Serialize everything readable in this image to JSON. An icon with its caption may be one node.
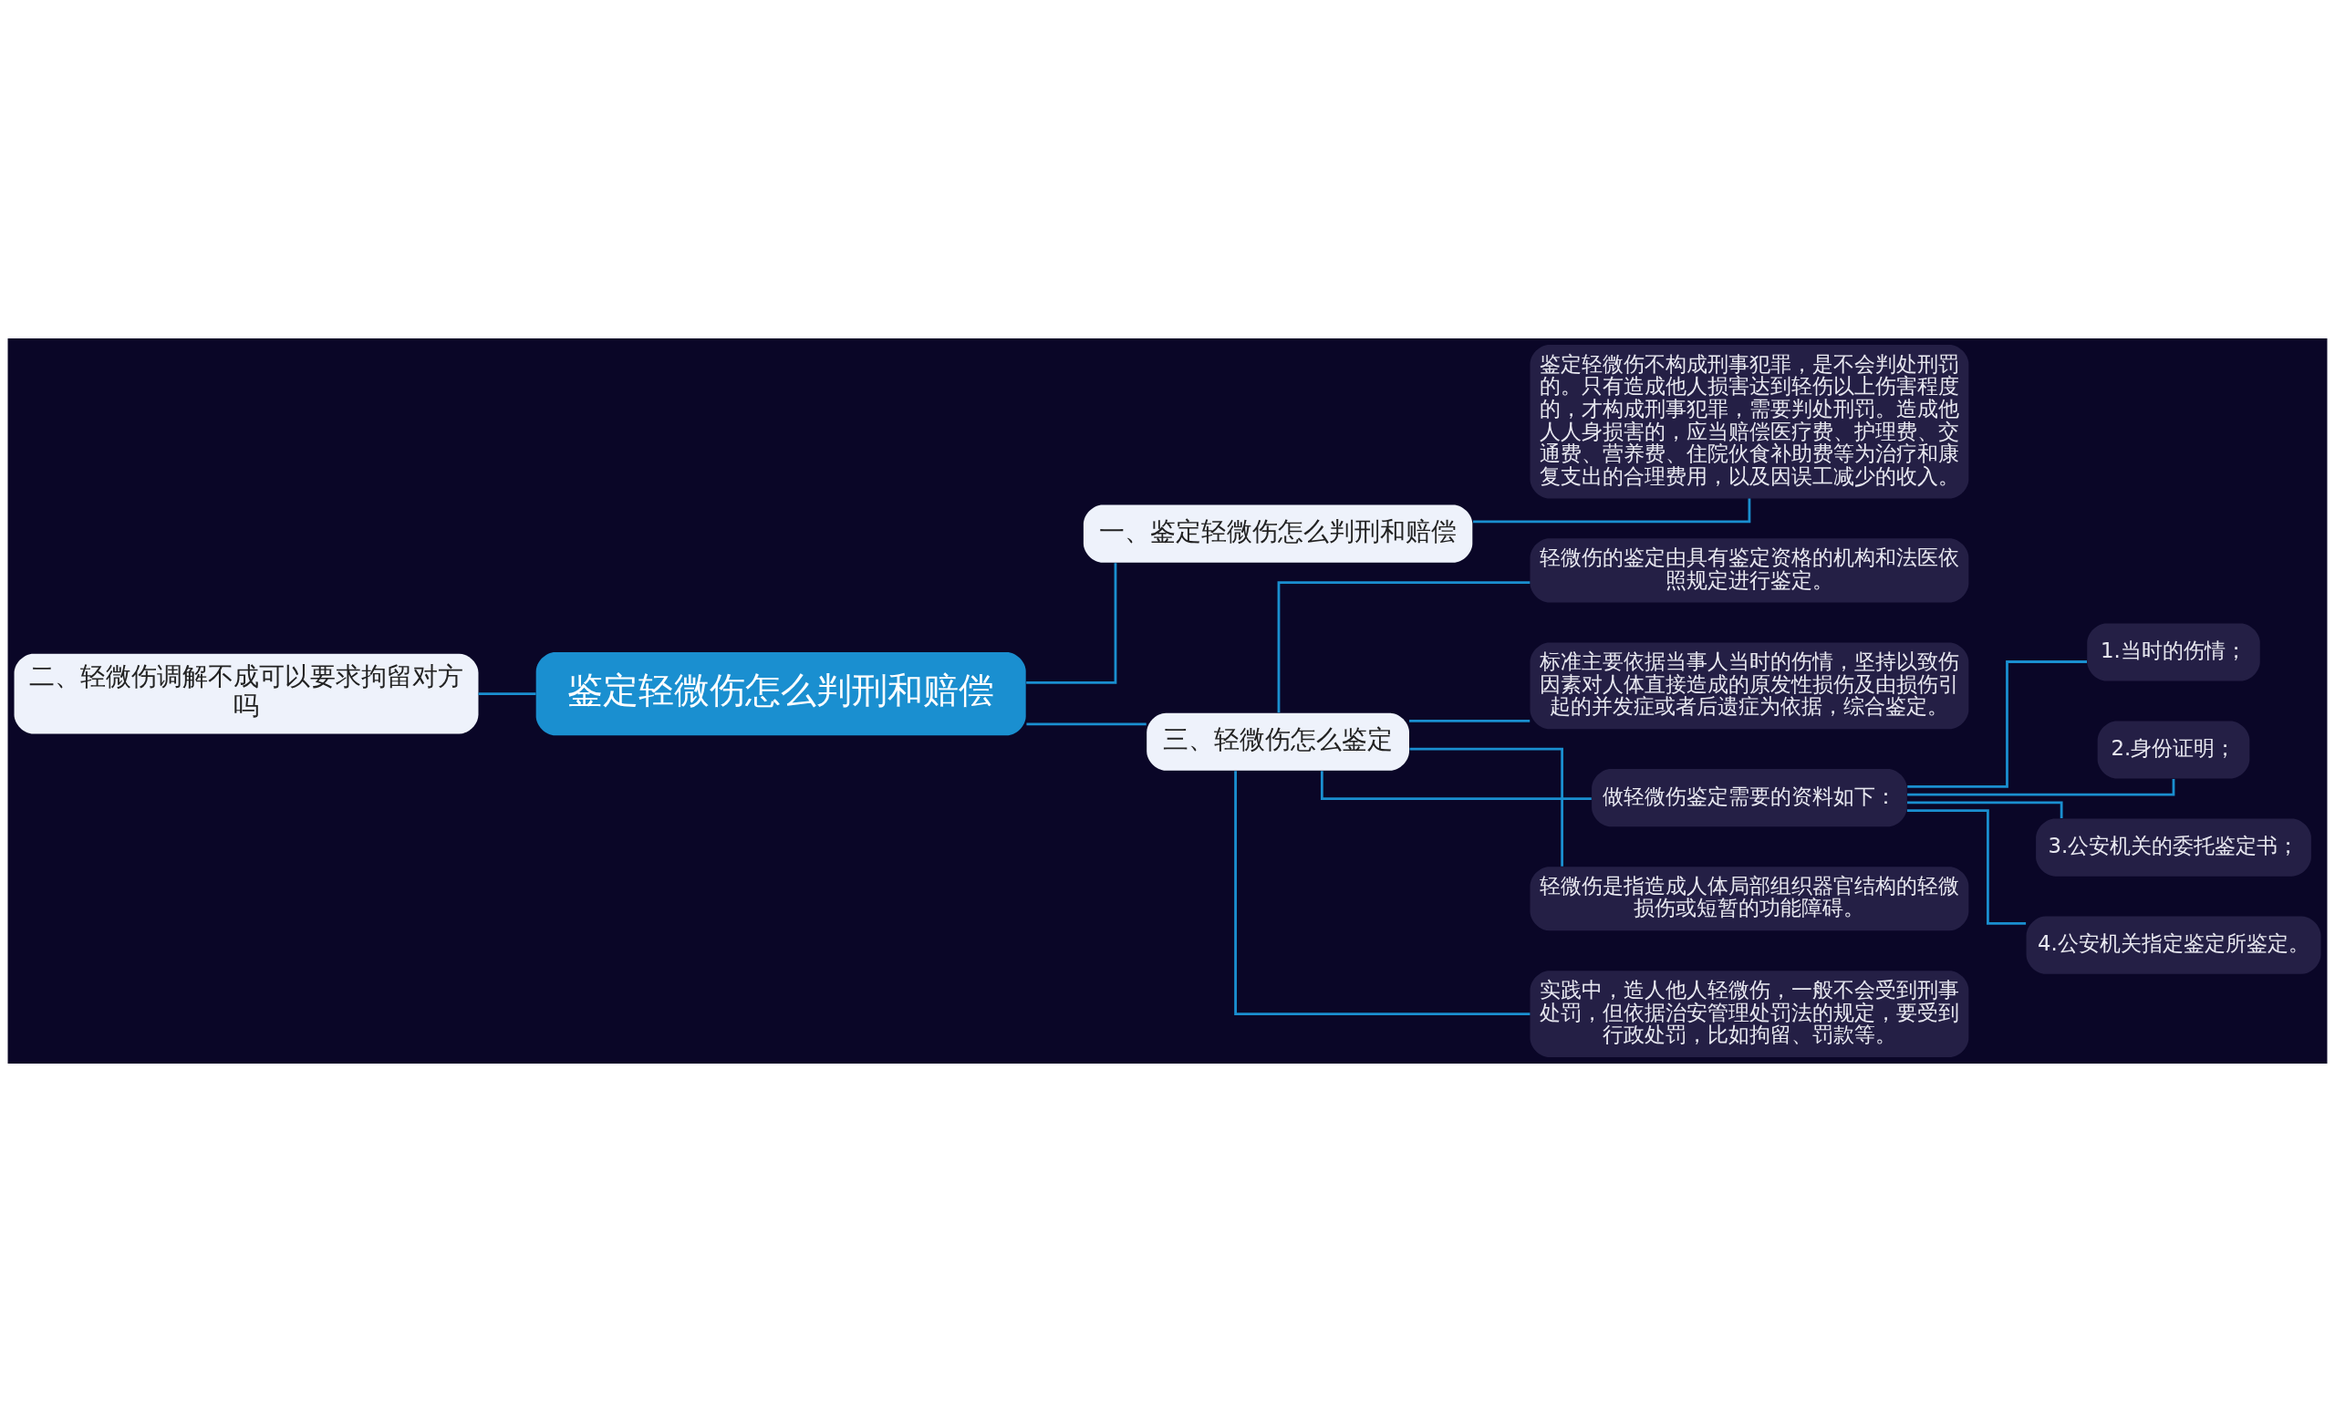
{
  "diagram": {
    "nodes": [
      {
        "text": [
          "鉴定轻微伤怎么判刑和赔偿"
        ]
      },
      {
        "text": [
          "一、鉴定轻微伤怎么判刑和赔偿"
        ]
      },
      {
        "text": [
          "鉴定轻微伤不构成刑事犯罪，是不会判处刑罚的。只有造成他人损害达到轻伤以上伤害程度的，才构成刑事犯罪，需要判处刑罚。造成他人人身损害的，应当赔偿医疗费、护理费、交通费、营养费、住院伙食补助费等为治疗和康复支出的合理费用，以及因误工减少的收入。"
        ]
      },
      {
        "text": [
          "二、轻微伤调解不成可以要求拘留对方吗"
        ]
      },
      {
        "text": [
          "三、轻微伤怎么鉴定"
        ]
      },
      {
        "text": [
          "轻微伤的鉴定由具有鉴定资格的机构和法医依照规定进行鉴定。"
        ]
      },
      {
        "text": [
          "标准主要依据当事人当时的伤情，坚持以致伤因素对人体直接造成的原发性损伤及由损伤引起的并发症或者后遗症为依据，综合鉴定。"
        ]
      },
      {
        "text": [
          "做轻微伤鉴定需要的资料如下："
        ]
      },
      {
        "text": [
          "1.当时的伤情；"
        ]
      },
      {
        "text": [
          "2.身份证明；"
        ]
      },
      {
        "text": [
          "3.公安机关的委托鉴定书；"
        ]
      },
      {
        "text": [
          "4.公安机关指定鉴定所鉴定。"
        ]
      },
      {
        "text": [
          "轻微伤是指造成人体局部组织器官结构的轻微损伤或短暂的功能障碍。"
        ]
      },
      {
        "text": [
          "实践中，造人他人轻微伤，一般不会受到刑事处罚，但依据治安管理处罚法的规定，要受到行政处罚，比如拘留、罚款等。"
        ]
      }
    ],
    "edges": [
      {
        "from": 0,
        "to": 1,
        "arrow": "none"
      },
      {
        "from": 1,
        "to": 2,
        "arrow": "none"
      },
      {
        "from": 0,
        "to": 3,
        "arrow": "none"
      },
      {
        "from": 0,
        "to": 4,
        "arrow": "none"
      },
      {
        "from": 4,
        "to": 5,
        "arrow": "none"
      },
      {
        "from": 4,
        "to": 6,
        "arrow": "none"
      },
      {
        "from": 4,
        "to": 7,
        "arrow": "none"
      },
      {
        "from": 7,
        "to": 8,
        "arrow": "none"
      },
      {
        "from": 7,
        "to": 9,
        "arrow": "none"
      },
      {
        "from": 7,
        "to": 10,
        "arrow": "none"
      },
      {
        "from": 7,
        "to": 11,
        "arrow": "none"
      },
      {
        "from": 4,
        "to": 12,
        "arrow": "none"
      },
      {
        "from": 4,
        "to": 13,
        "arrow": "none"
      }
    ]
  }
}
